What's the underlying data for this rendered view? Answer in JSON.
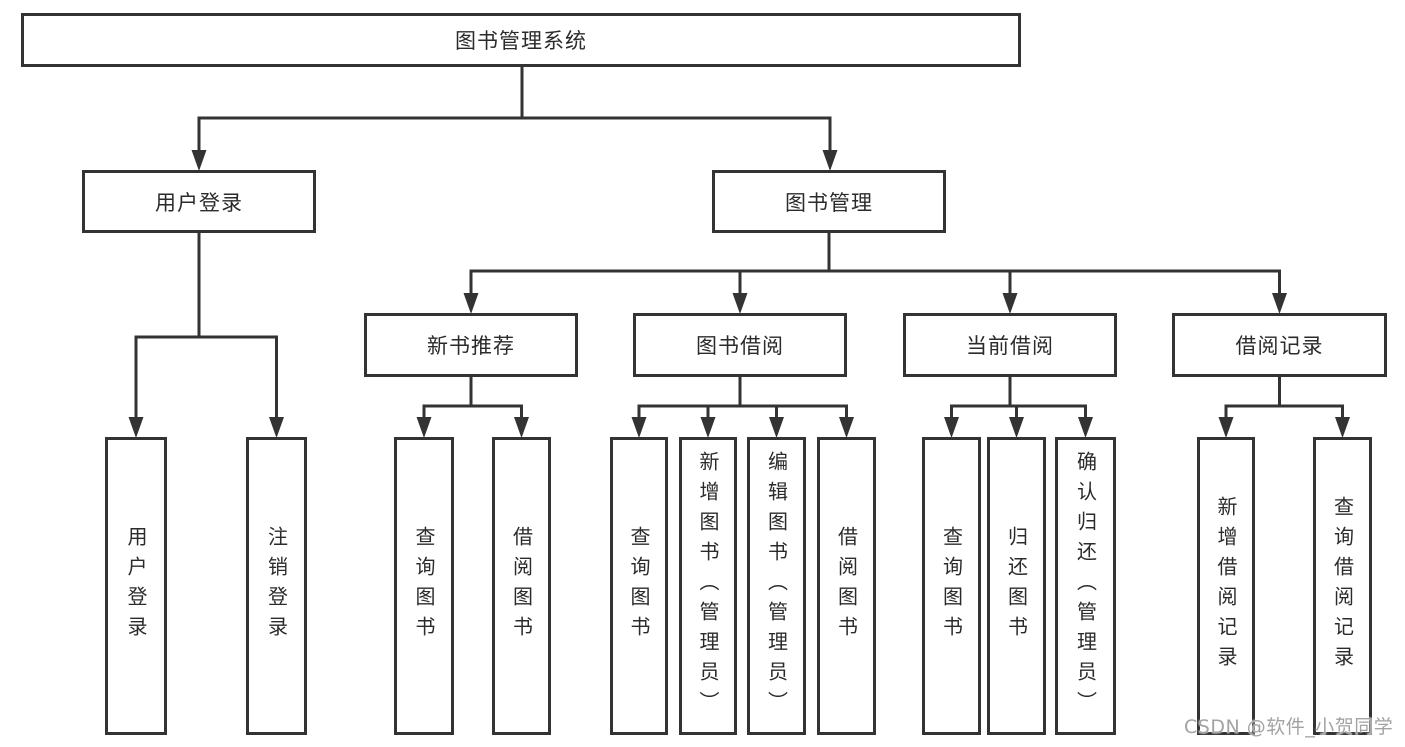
{
  "diagram": {
    "root": {
      "label": "图书管理系统"
    },
    "branches": [
      {
        "label": "用户登录",
        "children": [
          {
            "label": "用户登录"
          },
          {
            "label": "注销登录"
          }
        ]
      },
      {
        "label": "图书管理",
        "children": [
          {
            "label": "新书推荐",
            "children": [
              {
                "label": "查询图书"
              },
              {
                "label": "借阅图书"
              }
            ]
          },
          {
            "label": "图书借阅",
            "children": [
              {
                "label": "查询图书"
              },
              {
                "label": "新增图书（管理员）"
              },
              {
                "label": "编辑图书（管理员）"
              },
              {
                "label": "借阅图书"
              }
            ]
          },
          {
            "label": "当前借阅",
            "children": [
              {
                "label": "查询图书"
              },
              {
                "label": "归还图书"
              },
              {
                "label": "确认归还（管理员）"
              }
            ]
          },
          {
            "label": "借阅记录",
            "children": [
              {
                "label": "新增借阅记录"
              },
              {
                "label": "查询借阅记录"
              }
            ]
          }
        ]
      }
    ],
    "watermark": "CSDN @软件_小贺同学",
    "colors": {
      "line": "#333333",
      "box-border": "#333333",
      "box-fill": "#ffffff",
      "text": "#2b2b2b",
      "watermark": "#a3a3a3"
    }
  }
}
